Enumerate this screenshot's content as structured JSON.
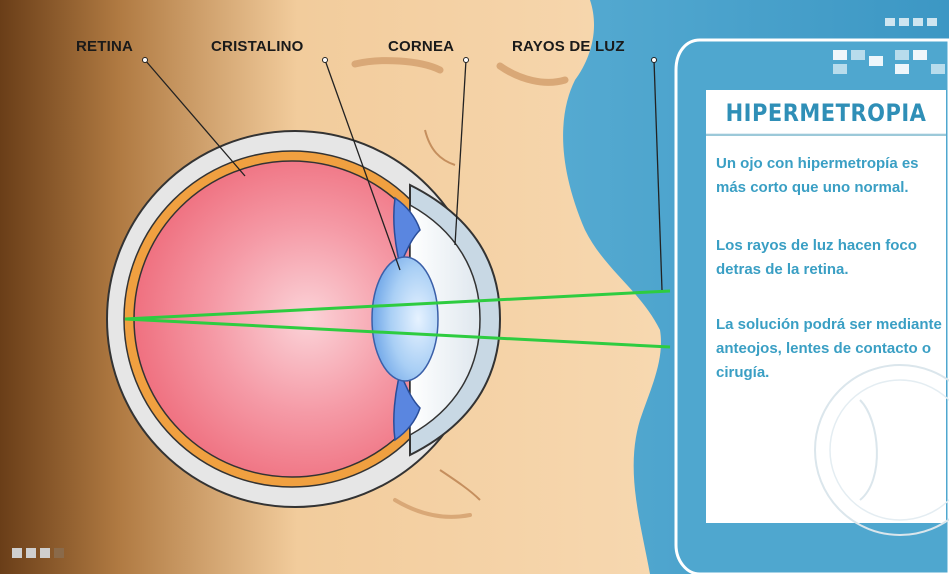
{
  "labels": {
    "retina": "RETINA",
    "cristalino": "CRISTALINO",
    "cornea": "CORNEA",
    "rayos_de_luz": "RAYOS DE LUZ"
  },
  "panel": {
    "title": "HIPERMETROPIA",
    "paragraphs": [
      "Un ojo con hipermetropía es más corto que uno normal.",
      "Los rayos de luz hacen foco detras de la retina.",
      "La solución podrá ser mediante anteojos, lentes de contacto o cirugía."
    ]
  },
  "colors": {
    "skin": "#f5d3a8",
    "skin_shadow": "#8a5a2b",
    "background_blue": "#5db1d6",
    "sclera": "#e6e6e6",
    "choroid": "#f0a040",
    "retina_fill": "#f06a7c",
    "lens": "#8fc0ee",
    "iris": "#5a86e0",
    "light_ray": "#2ecc40",
    "title_text": "#2f8fb7",
    "panel_text": "#3a9fc4"
  }
}
